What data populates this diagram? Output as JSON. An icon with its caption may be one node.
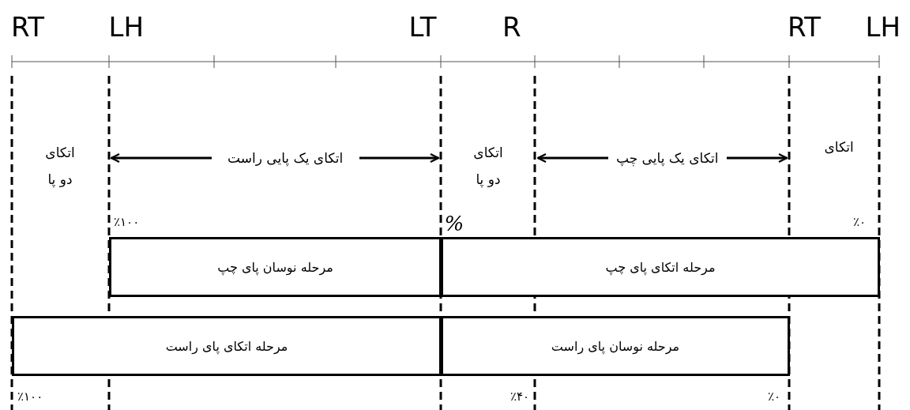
{
  "diagram": {
    "nodes": [
      {
        "text": [
          "مرحله نوسان پای چپ"
        ]
      },
      {
        "text": [
          "مرحله اتکای پای چپ"
        ]
      },
      {
        "text": [
          "مرحله اتکای پای راست"
        ]
      },
      {
        "text": [
          "مرحله نوسان پای راست"
        ]
      }
    ],
    "edges": [],
    "labels": [
      "RT",
      "LH",
      "LT",
      "R",
      "RT",
      "LH",
      "اتکای دو پا",
      "اتکای یک پایی راست",
      "اتکای دو پا",
      "اتکای یک پایی چپ",
      "اتکای",
      "٪۱۰۰",
      "%",
      "٪۰",
      "٪۱۰۰",
      "٪۴۰",
      "٪۰"
    ]
  }
}
